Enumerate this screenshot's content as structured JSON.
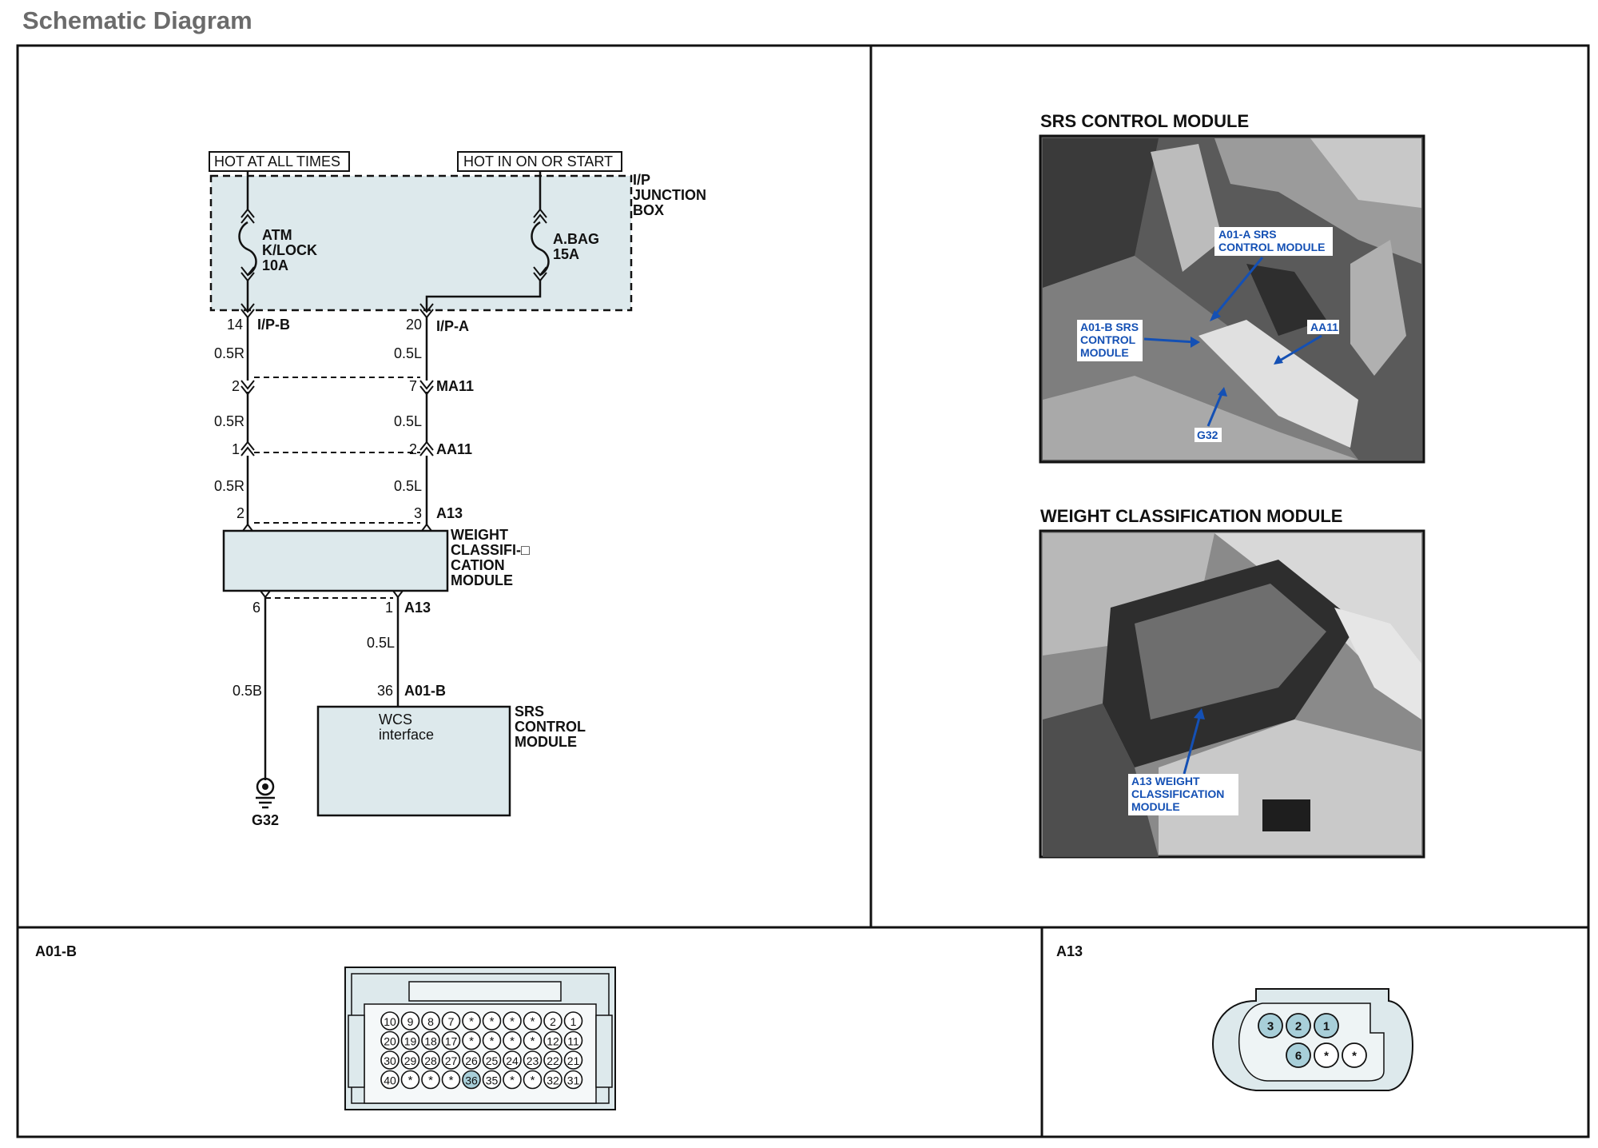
{
  "page": {
    "title": "Schematic Diagram"
  },
  "schematic": {
    "sources": {
      "left": "HOT AT ALL TIMES",
      "right": "HOT IN ON OR START"
    },
    "junction_box": [
      "I/P",
      "JUNCTION",
      "BOX"
    ],
    "fuses": [
      {
        "lines": [
          "ATM",
          "K/LOCK",
          "10A"
        ]
      },
      {
        "lines": [
          "A.BAG",
          "15A"
        ]
      }
    ],
    "connectors": {
      "ipb": {
        "name": "I/P-B",
        "pin": "14"
      },
      "ipa": {
        "name": "I/P-A",
        "pin": "20"
      },
      "ma11": {
        "name": "MA11",
        "pin_left": "2",
        "pin_right": "7"
      },
      "aa11": {
        "name": "AA11",
        "pin_left": "1",
        "pin_right": "2"
      },
      "a13_top": {
        "name": "A13",
        "pin_left": "2",
        "pin_right": "3"
      },
      "a13_bottom": {
        "name": "A13",
        "pin_left": "6",
        "pin_right": "1"
      },
      "a01b": {
        "name": "A01-B",
        "pin": "36"
      }
    },
    "wires": {
      "left_1": "0.5R",
      "left_2": "0.5R",
      "left_3": "0.5R",
      "right_1": "0.5L",
      "right_2": "0.5L",
      "right_3": "0.5L",
      "ground_wire": "0.5B",
      "signal_wire": "0.5L"
    },
    "wcm_label": [
      "WEIGHT",
      "CLASSIFI-□",
      "CATION",
      "MODULE"
    ],
    "srs_module": {
      "label": [
        "SRS",
        "CONTROL",
        "MODULE"
      ],
      "inner": [
        "WCS",
        "interface"
      ]
    },
    "ground": "G32"
  },
  "photos": [
    {
      "title": "SRS CONTROL MODULE",
      "callouts": {
        "a01a": [
          "A01-A SRS",
          "CONTROL MODULE"
        ],
        "a01b": [
          "A01-B SRS",
          "CONTROL",
          "MODULE"
        ],
        "aa11": "AA11",
        "g32": "G32"
      }
    },
    {
      "title": "WEIGHT CLASSIFICATION MODULE",
      "callouts": {
        "a13": [
          "A13 WEIGHT",
          "CLASSIFICATION",
          "MODULE"
        ]
      }
    }
  ],
  "connector_views": {
    "a01b": {
      "title": "A01-B",
      "rows": [
        [
          "10",
          "9",
          "8",
          "7",
          "*",
          "*",
          "*",
          "*",
          "2",
          "1"
        ],
        [
          "20",
          "19",
          "18",
          "17",
          "*",
          "*",
          "*",
          "*",
          "12",
          "11"
        ],
        [
          "30",
          "29",
          "28",
          "27",
          "26",
          "25",
          "24",
          "23",
          "22",
          "21"
        ],
        [
          "40",
          "*",
          "*",
          "*",
          "36",
          "35",
          "*",
          "*",
          "32",
          "31"
        ]
      ],
      "highlight": "36"
    },
    "a13": {
      "title": "A13",
      "rows": [
        [
          "3",
          "2",
          "1"
        ],
        [
          "6",
          "*",
          "*"
        ]
      ],
      "highlight": [
        "3",
        "2",
        "1",
        "6"
      ]
    }
  },
  "colors": {
    "box_fill": "#dde9ec",
    "pin_highlight": "#a8cfd9",
    "callout_blue": "#1450b4",
    "title_gray": "#6b6b6b"
  }
}
